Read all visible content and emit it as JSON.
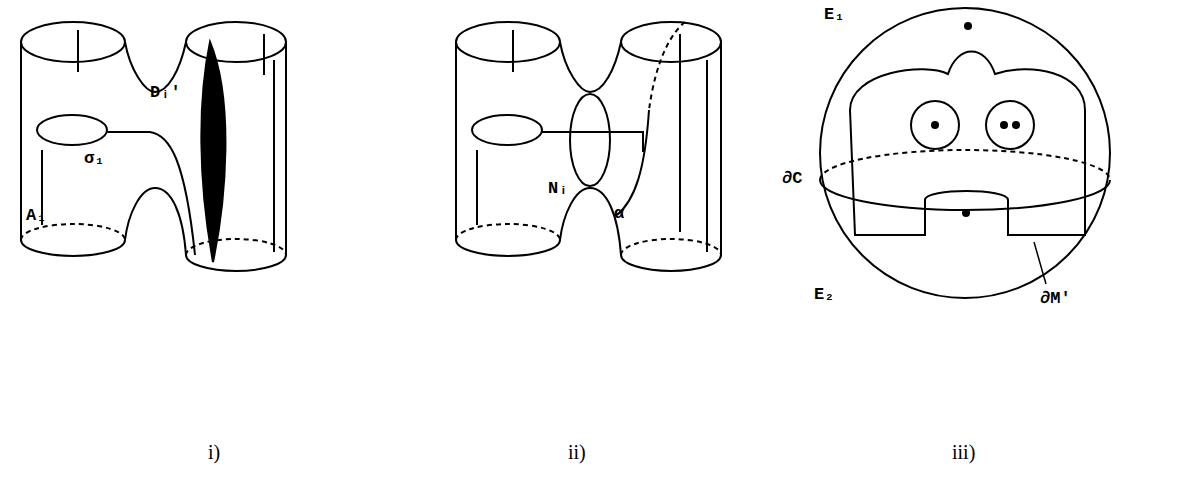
{
  "diagram": {
    "labels": [
      "Dᵢ'",
      "σ₁",
      "A₁",
      "Nᵢ",
      "α",
      "E₁",
      "∂C",
      "E₂",
      "∂M'",
      "i)",
      "ii)",
      "iii)"
    ]
  }
}
